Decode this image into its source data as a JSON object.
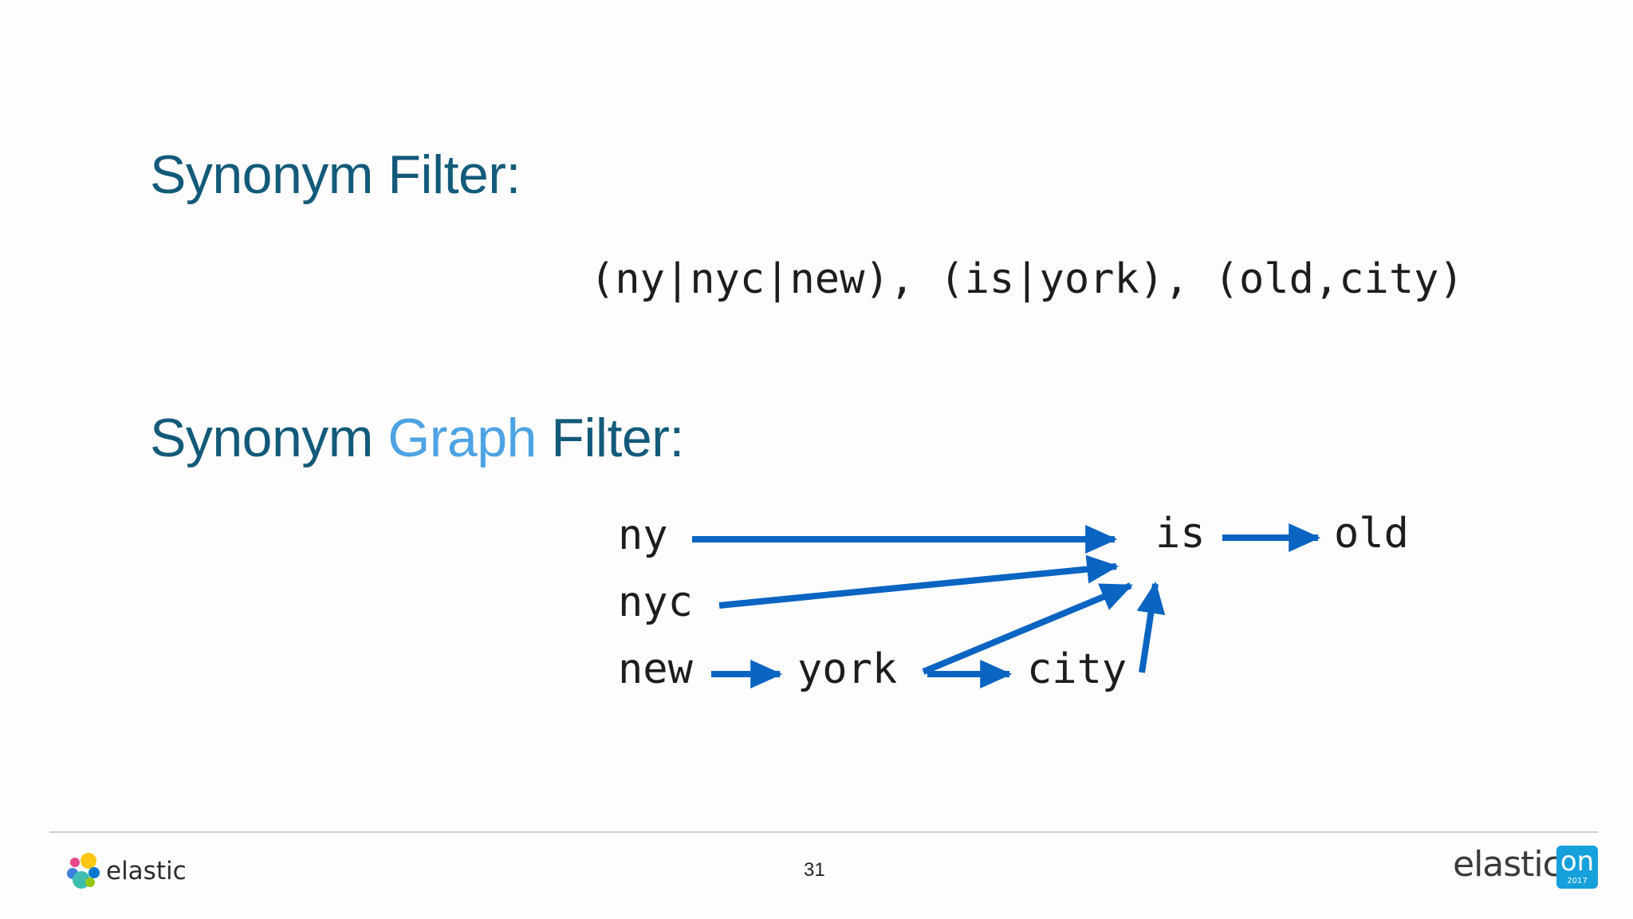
{
  "slide": {
    "heading_1": "Synonym Filter:",
    "heading_2": {
      "part_1": "Synonym",
      "part_2": "Graph",
      "part_3": "Filter:"
    },
    "rule_text": "(ny|nyc|new), (is|york), (old,city)",
    "page_number": "31"
  },
  "graph": {
    "nodes": [
      {
        "id": "ny",
        "label": "ny"
      },
      {
        "id": "nyc",
        "label": "nyc"
      },
      {
        "id": "new",
        "label": "new"
      },
      {
        "id": "york",
        "label": "york"
      },
      {
        "id": "city",
        "label": "city"
      },
      {
        "id": "is",
        "label": "is"
      },
      {
        "id": "old",
        "label": "old"
      }
    ],
    "edges": [
      {
        "from": "ny",
        "to": "is"
      },
      {
        "from": "nyc",
        "to": "is"
      },
      {
        "from": "new",
        "to": "york"
      },
      {
        "from": "york",
        "to": "city"
      },
      {
        "from": "york",
        "to": "is"
      },
      {
        "from": "city",
        "to": "is"
      },
      {
        "from": "is",
        "to": "old"
      }
    ]
  },
  "footer": {
    "brand": "elastic",
    "event_brand": "elastic",
    "event_badge": "on",
    "event_year": "2017"
  },
  "colors": {
    "heading": "#135a7a",
    "accent": "#4da3e4",
    "arrow": "#0a64c2"
  },
  "icons": [
    "elastic-logo-icon",
    "elasticon-badge-icon"
  ]
}
